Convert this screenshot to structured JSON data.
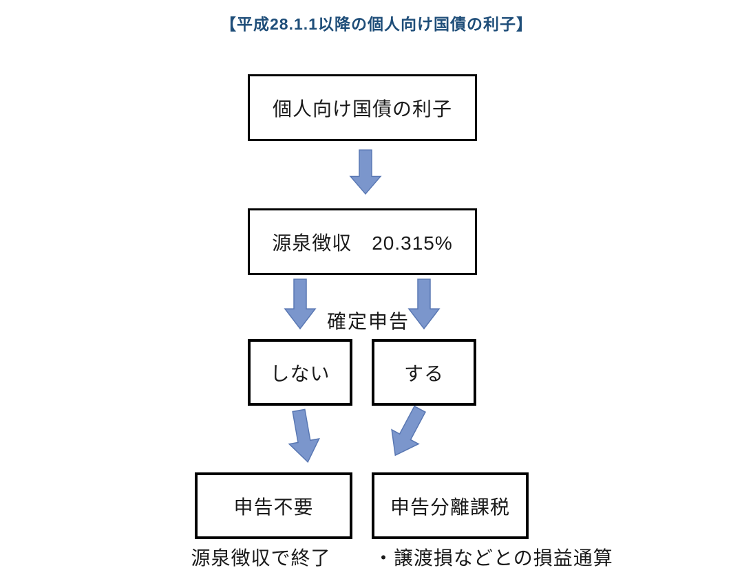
{
  "title": {
    "text": "【平成28.1.1以降の個人向け国債の利子】"
  },
  "flow": {
    "interest_box": "個人向け国債の利子",
    "withholding_box": "源泉徴収　20.315%",
    "decision_label": "確定申告",
    "no_box": "しない",
    "yes_box": "する",
    "no_filing_box": "申告不要",
    "separate_tax_box": "申告分離課税",
    "left_note": "源泉徴収で終了",
    "right_note": "・譲渡損などとの損益通算"
  },
  "colors": {
    "title_text": "#1f4e79",
    "arrow_fill": "#7b96cc",
    "arrow_outline": "#5a78b3",
    "box_border": "#000000",
    "box_text": "#1a1a1a"
  }
}
